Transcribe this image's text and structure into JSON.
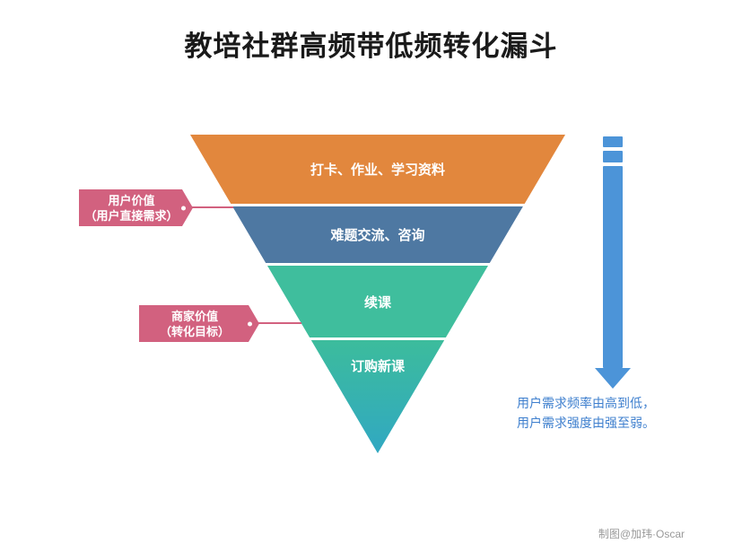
{
  "title": "教培社群高频带低频转化漏斗",
  "colors": {
    "tag_pink": "#D2617F",
    "arrow_blue": "#4C94D8",
    "caption_blue": "#3E7FCE",
    "credit_gray": "#999999"
  },
  "funnel": {
    "layers": [
      {
        "label": "打卡、作业、学习资料",
        "color": "#E2873D"
      },
      {
        "label": "难题交流、咨询",
        "color": "#4E78A2"
      },
      {
        "label": "续课",
        "color": "#3FBE9D"
      },
      {
        "label": "订购新课",
        "color_top": "#3CBC9C",
        "color_bottom": "#31A8C2"
      }
    ]
  },
  "tags": [
    {
      "line1": "用户价值",
      "line2": "（用户直接需求）"
    },
    {
      "line1": "商家价值",
      "line2": "（转化目标）"
    }
  ],
  "arrow_caption": {
    "line1": "用户需求频率由高到低，",
    "line2": "用户需求强度由强至弱。"
  },
  "credit": "制图@加玮·Oscar"
}
